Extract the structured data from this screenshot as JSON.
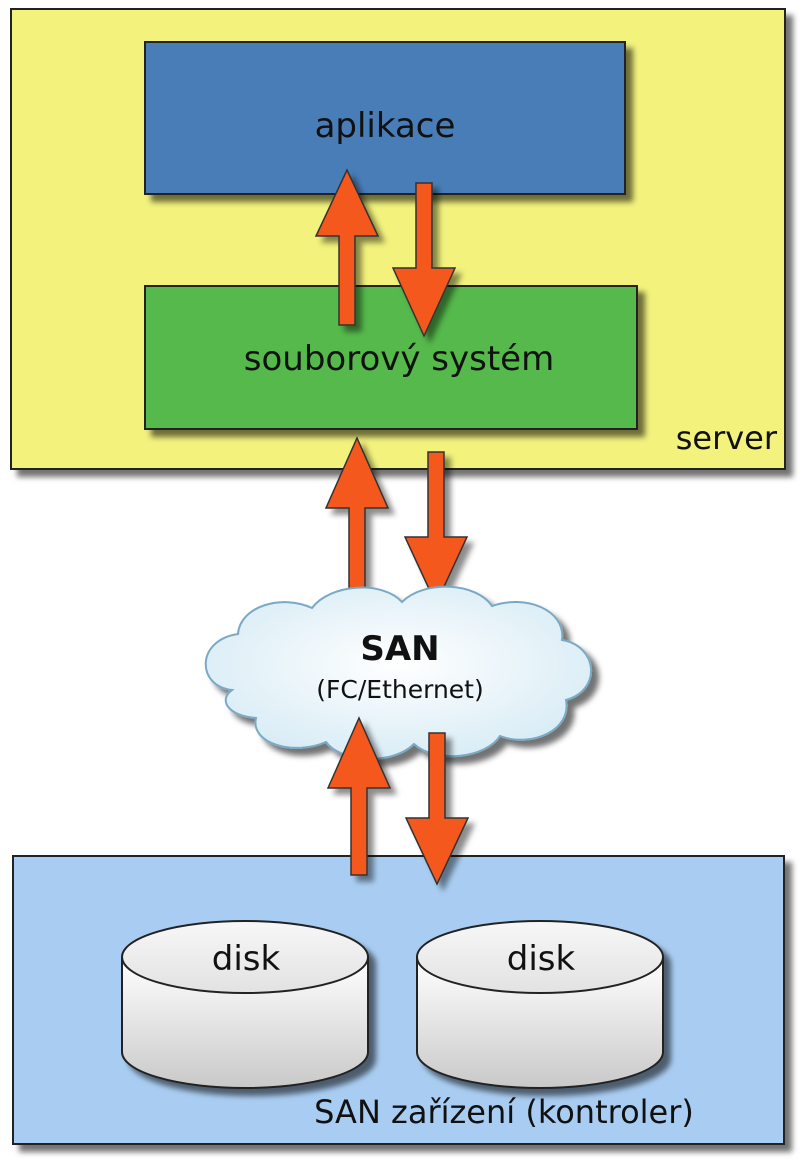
{
  "server": {
    "label": "server",
    "application_label": "aplikace",
    "filesystem_label": "souborový systém"
  },
  "network": {
    "title": "SAN",
    "subtitle": "(FC/Ethernet)"
  },
  "storage": {
    "label": "SAN zařízení (kontroler)",
    "disks": [
      "disk",
      "disk"
    ]
  },
  "colors": {
    "server_fill": "#f2f27d",
    "application_fill": "#4a7db7",
    "filesystem_fill": "#55b94c",
    "storage_fill": "#a9cdf2",
    "arrow_fill": "#f5581f",
    "cloud_fill": "#e9f4fa"
  }
}
